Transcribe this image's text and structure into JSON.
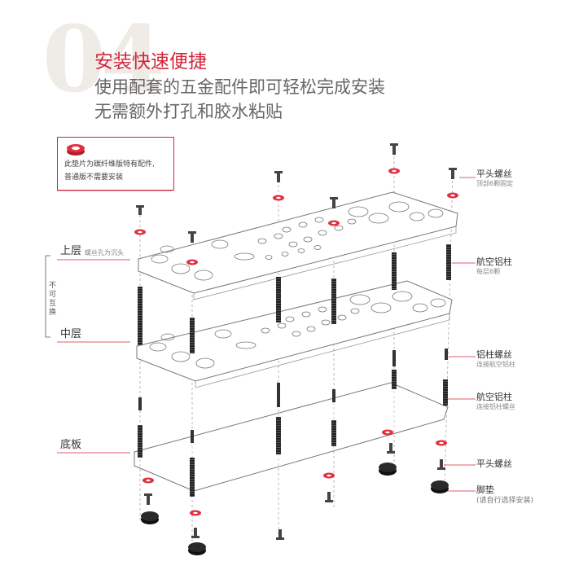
{
  "section_number": "04",
  "headline": "安装快速便捷",
  "subline_1": "使用配套的五金配件即可轻松完成安装",
  "subline_2": "无需额外打孔和胶水粘贴",
  "note": {
    "line_1": "此垫片为碳纤维版特有配件,",
    "line_2": "普通版不需要安装"
  },
  "left_labels": {
    "upper": "上层",
    "upper_hint": "螺丝孔为沉头",
    "middle": "中层",
    "bottom": "底板",
    "not_swappable": "不可互换"
  },
  "right_labels": [
    {
      "title": "平头螺丝",
      "hint": "顶部6颗固定"
    },
    {
      "title": "航空铝柱",
      "hint": "每层6颗"
    },
    {
      "title": "铝柱螺丝",
      "hint": "连接航空铝柱"
    },
    {
      "title": "航空铝柱",
      "hint": "连接铝柱螺丝"
    },
    {
      "title": "平头螺丝",
      "hint": ""
    },
    {
      "title": "脚垫",
      "hint": "(请自行选择安装)"
    }
  ],
  "colors": {
    "accent": "#d0263a",
    "text": "#333333",
    "muted": "#888888",
    "watermark": "#efebe6"
  }
}
